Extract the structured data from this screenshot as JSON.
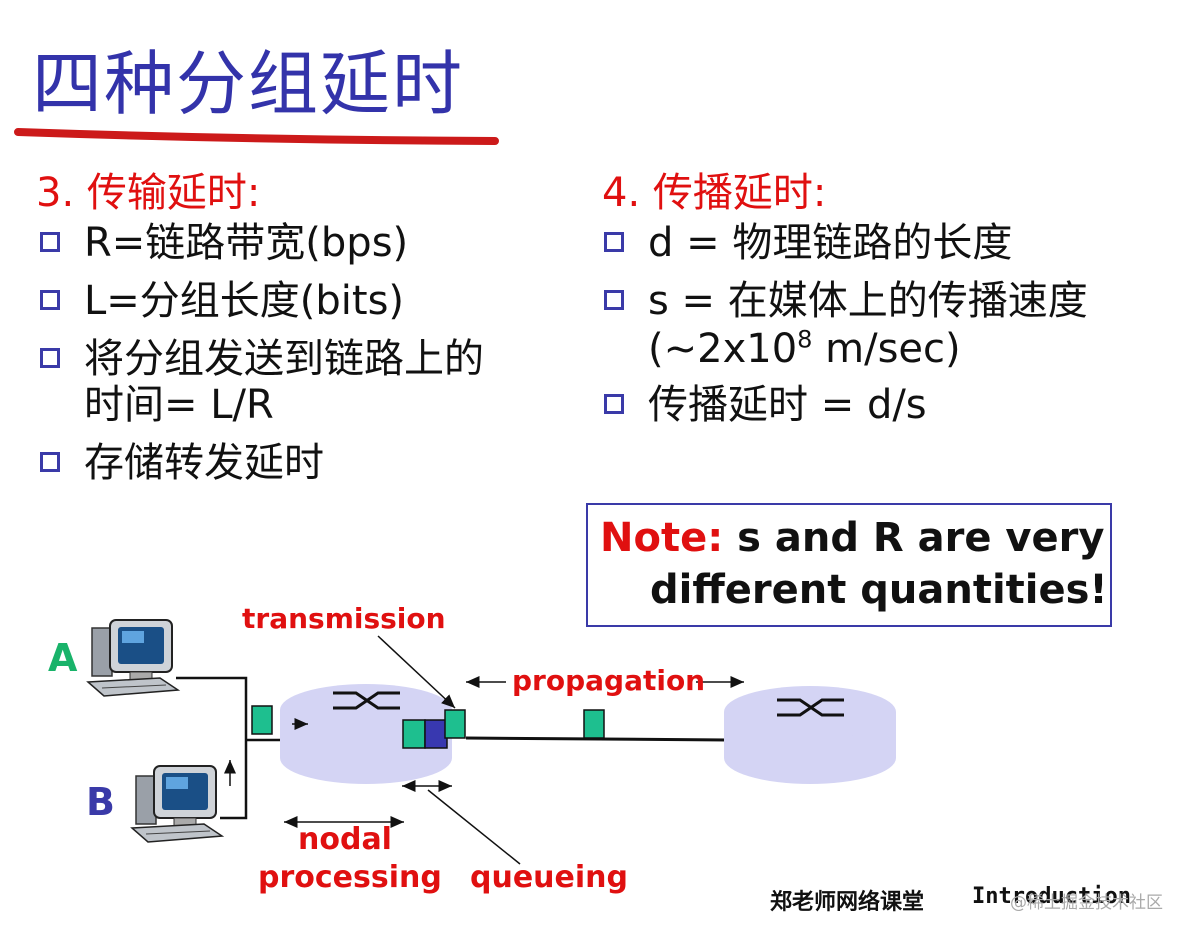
{
  "title": "四种分组延时",
  "colors": {
    "title": "#3333aa",
    "heading": "#e01010",
    "bullet": "#3a3aa8",
    "host_a": "#19b36a",
    "host_b": "#3a3aa8",
    "packet": "#1ebf8f",
    "packet_dark": "#3838b0",
    "router": "#d4d4f4"
  },
  "left": {
    "heading": "3. 传输延时:",
    "bullets": [
      {
        "line1": "R=链路带宽(bps)"
      },
      {
        "line1": "L=分组长度(bits)"
      },
      {
        "line1": "将分组发送到链路上的",
        "line2": "时间= L/R"
      },
      {
        "line1": "存储转发延时"
      }
    ]
  },
  "right": {
    "heading": "4. 传播延时:",
    "bullets": [
      {
        "line1": "d = 物理链路的长度"
      },
      {
        "line1": "s = 在媒体上的传播速度",
        "line2_pre": "(~2x10",
        "line2_sup": "8",
        "line2_post": " m/sec)"
      },
      {
        "line1": "传播延时 = d/s"
      }
    ]
  },
  "note": {
    "label": "Note:",
    "line1": " s and R are very",
    "line2": "different quantities!"
  },
  "diagram": {
    "host_a": "A",
    "host_b": "B",
    "transmission": "transmission",
    "propagation": "propagation",
    "nodal": "nodal",
    "processing": "processing",
    "queueing": "queueing"
  },
  "footer": {
    "course": "郑老师网络课堂",
    "chapter": "Introduction",
    "watermark": "@稀土掘金技术社区"
  }
}
